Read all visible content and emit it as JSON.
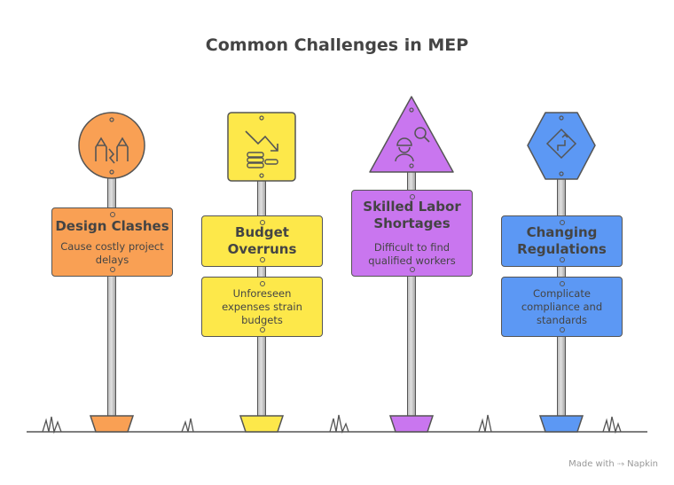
{
  "title": "Common Challenges in MEP",
  "colors": {
    "orange": "#f9a054",
    "yellow": "#fde84a",
    "purple": "#c976ef",
    "blue": "#5c98f4"
  },
  "signs": [
    {
      "heading": "Design Clashes",
      "description": "Cause costly project delays",
      "icon": "cracked-walls-icon",
      "color": "orange"
    },
    {
      "heading": "Budget Overruns",
      "description": "Unforeseen expenses strain budgets",
      "icon": "falling-money-icon",
      "color": "yellow"
    },
    {
      "heading": "Skilled Labor Shortages",
      "description": "Difficult to find qualified workers",
      "icon": "worker-search-icon",
      "color": "purple"
    },
    {
      "heading": "Changing Regulations",
      "description": "Complicate compliance and standards",
      "icon": "road-sign-icon",
      "color": "blue"
    }
  ],
  "branding": {
    "made_with": "Made with",
    "brand": "Napkin"
  }
}
